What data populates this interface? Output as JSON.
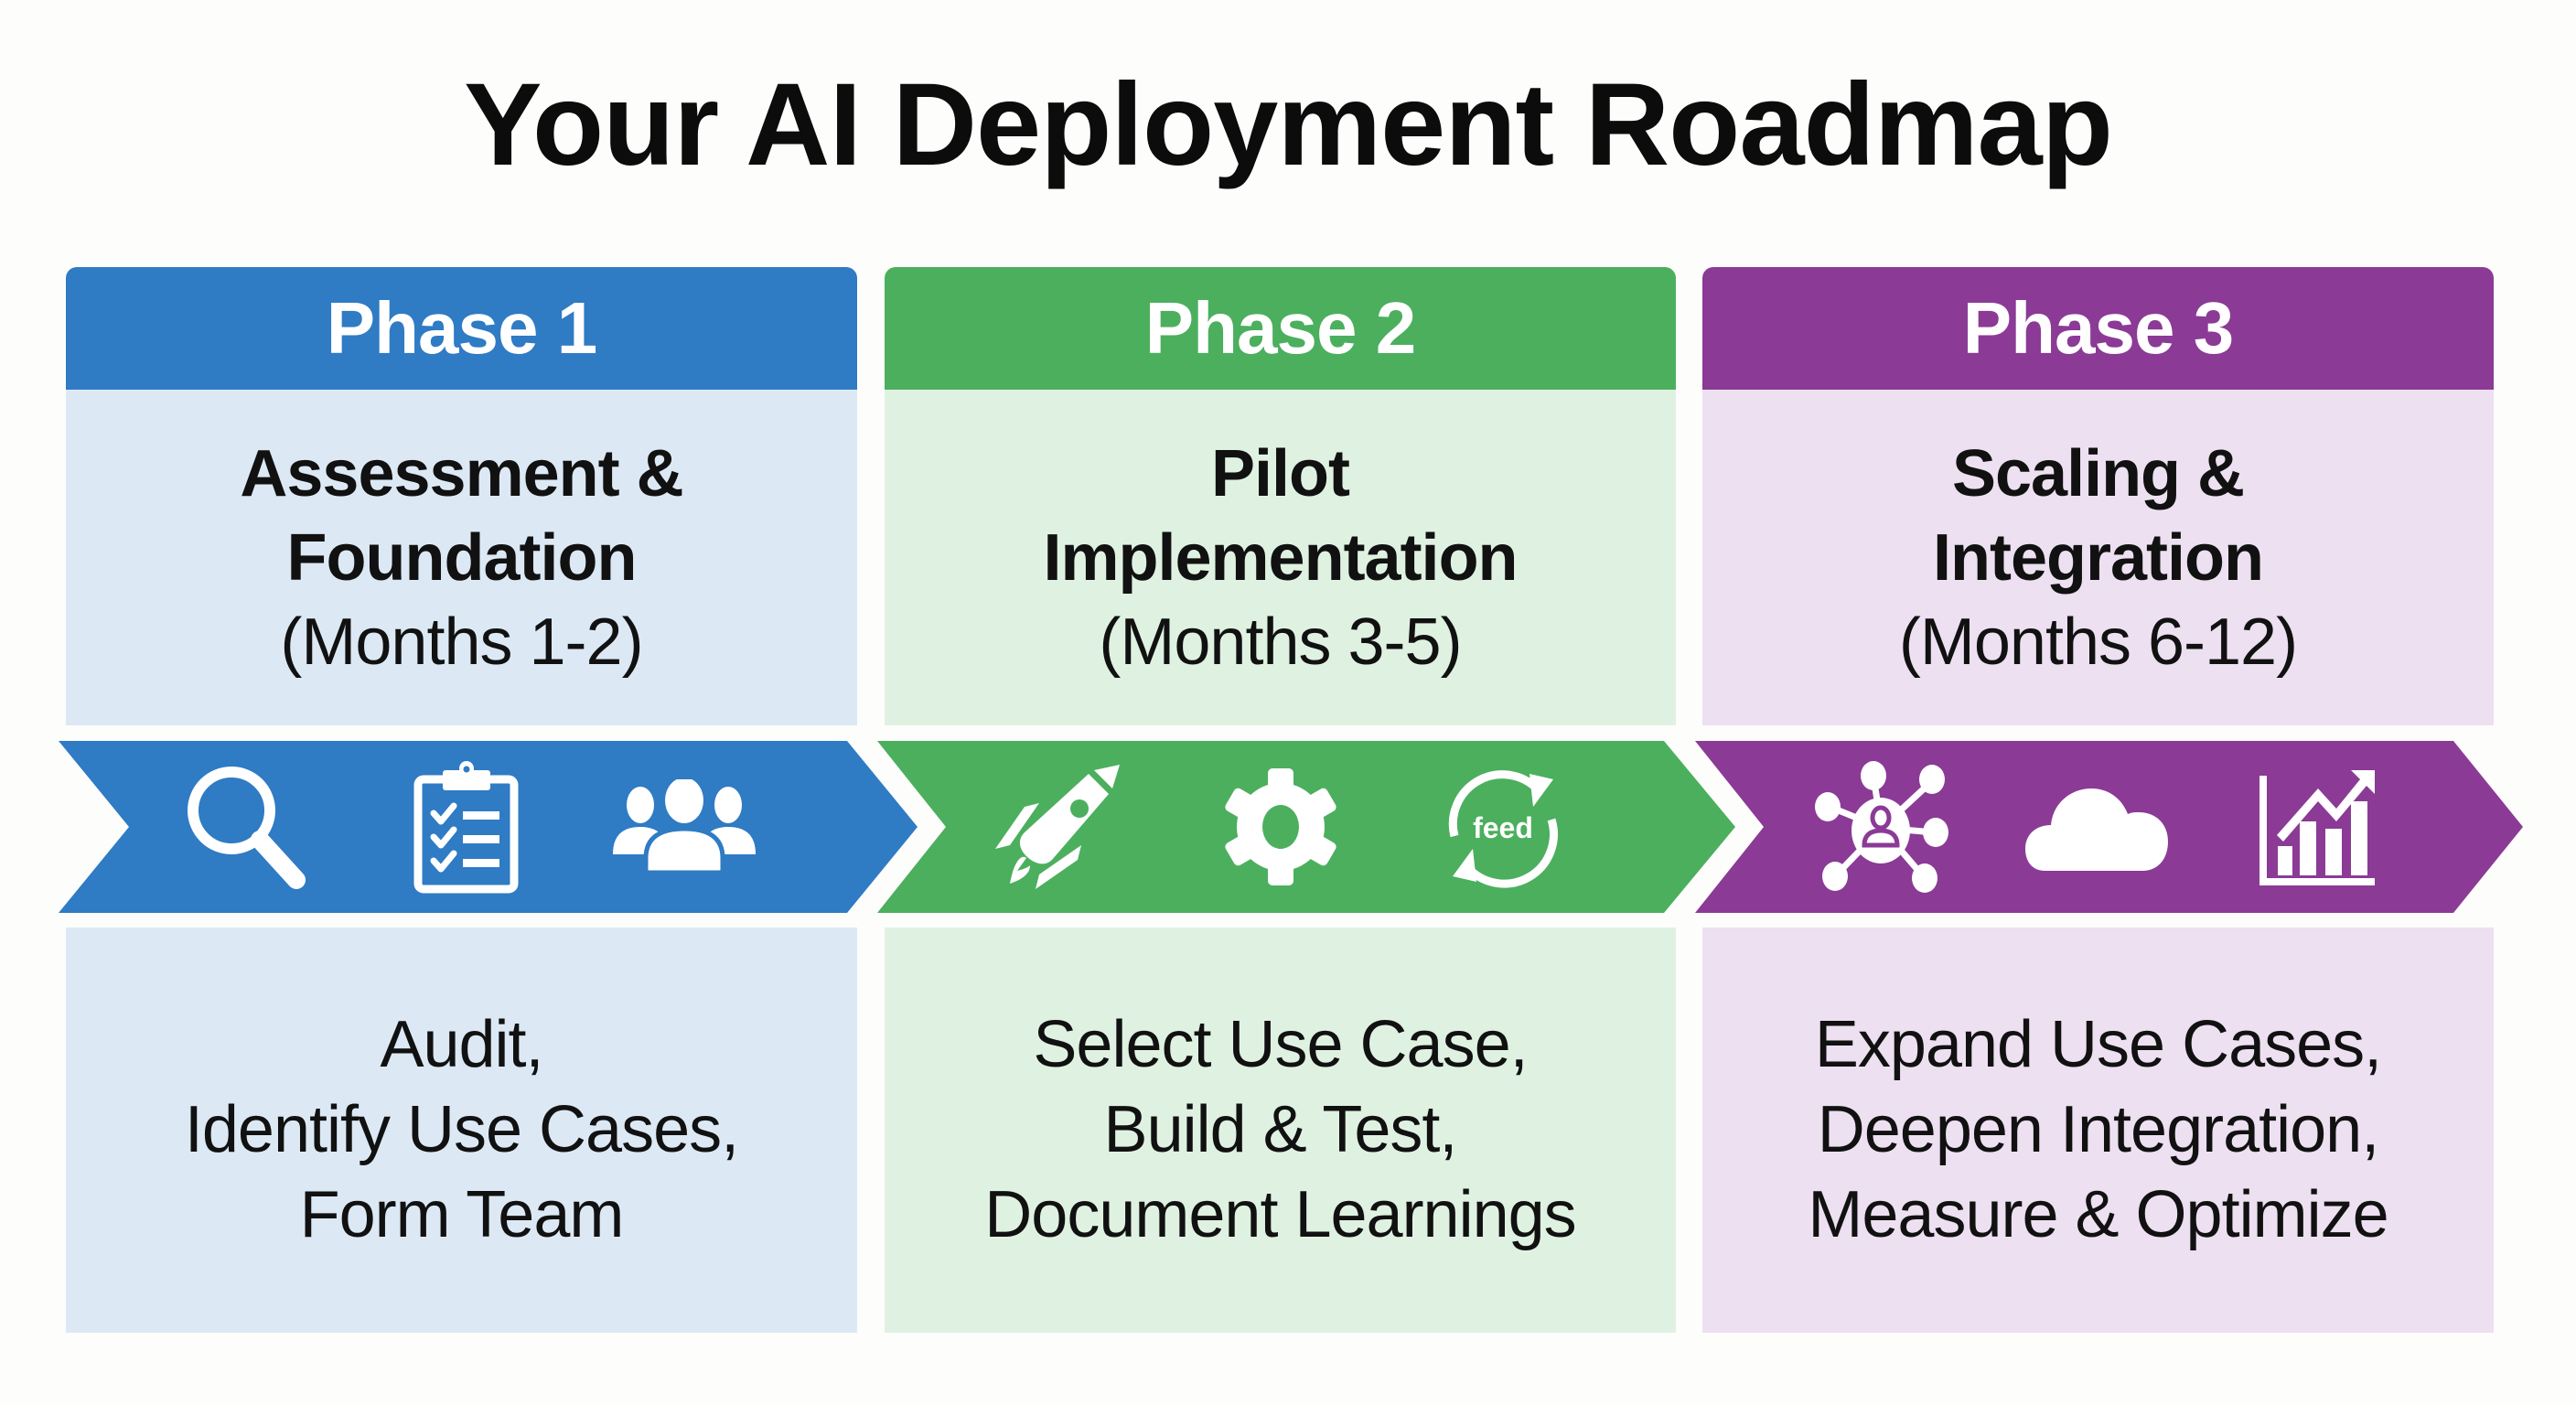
{
  "title": "Your AI Deployment Roadmap",
  "phases": [
    {
      "label": "Phase 1",
      "name_lines": [
        "Assessment &",
        "Foundation"
      ],
      "months": "(Months 1-2)",
      "icons": [
        "search-icon",
        "checklist-clipboard-icon",
        "team-icon"
      ],
      "activities": [
        "Audit,",
        "Identify Use Cases,",
        "Form Team"
      ],
      "color": "#2f7bc4",
      "light_color": "#dce9f5"
    },
    {
      "label": "Phase 2",
      "name_lines": [
        "Pilot",
        "Implementation"
      ],
      "months": "(Months 3-5)",
      "icons": [
        "rocket-icon",
        "gear-icon",
        "feedback-loop-icon"
      ],
      "icon_text": "feed",
      "activities": [
        "Select Use Case,",
        "Build & Test,",
        "Document Learnings"
      ],
      "color": "#4caf5e",
      "light_color": "#dff2e2"
    },
    {
      "label": "Phase 3",
      "name_lines": [
        "Scaling &",
        "Integration"
      ],
      "months": "(Months 6-12)",
      "icons": [
        "network-hub-icon",
        "cloud-icon",
        "growth-chart-icon"
      ],
      "activities": [
        "Expand Use Cases,",
        "Deepen Integration,",
        "Measure & Optimize"
      ],
      "color": "#8b3a96",
      "light_color": "#ede0f1"
    }
  ]
}
